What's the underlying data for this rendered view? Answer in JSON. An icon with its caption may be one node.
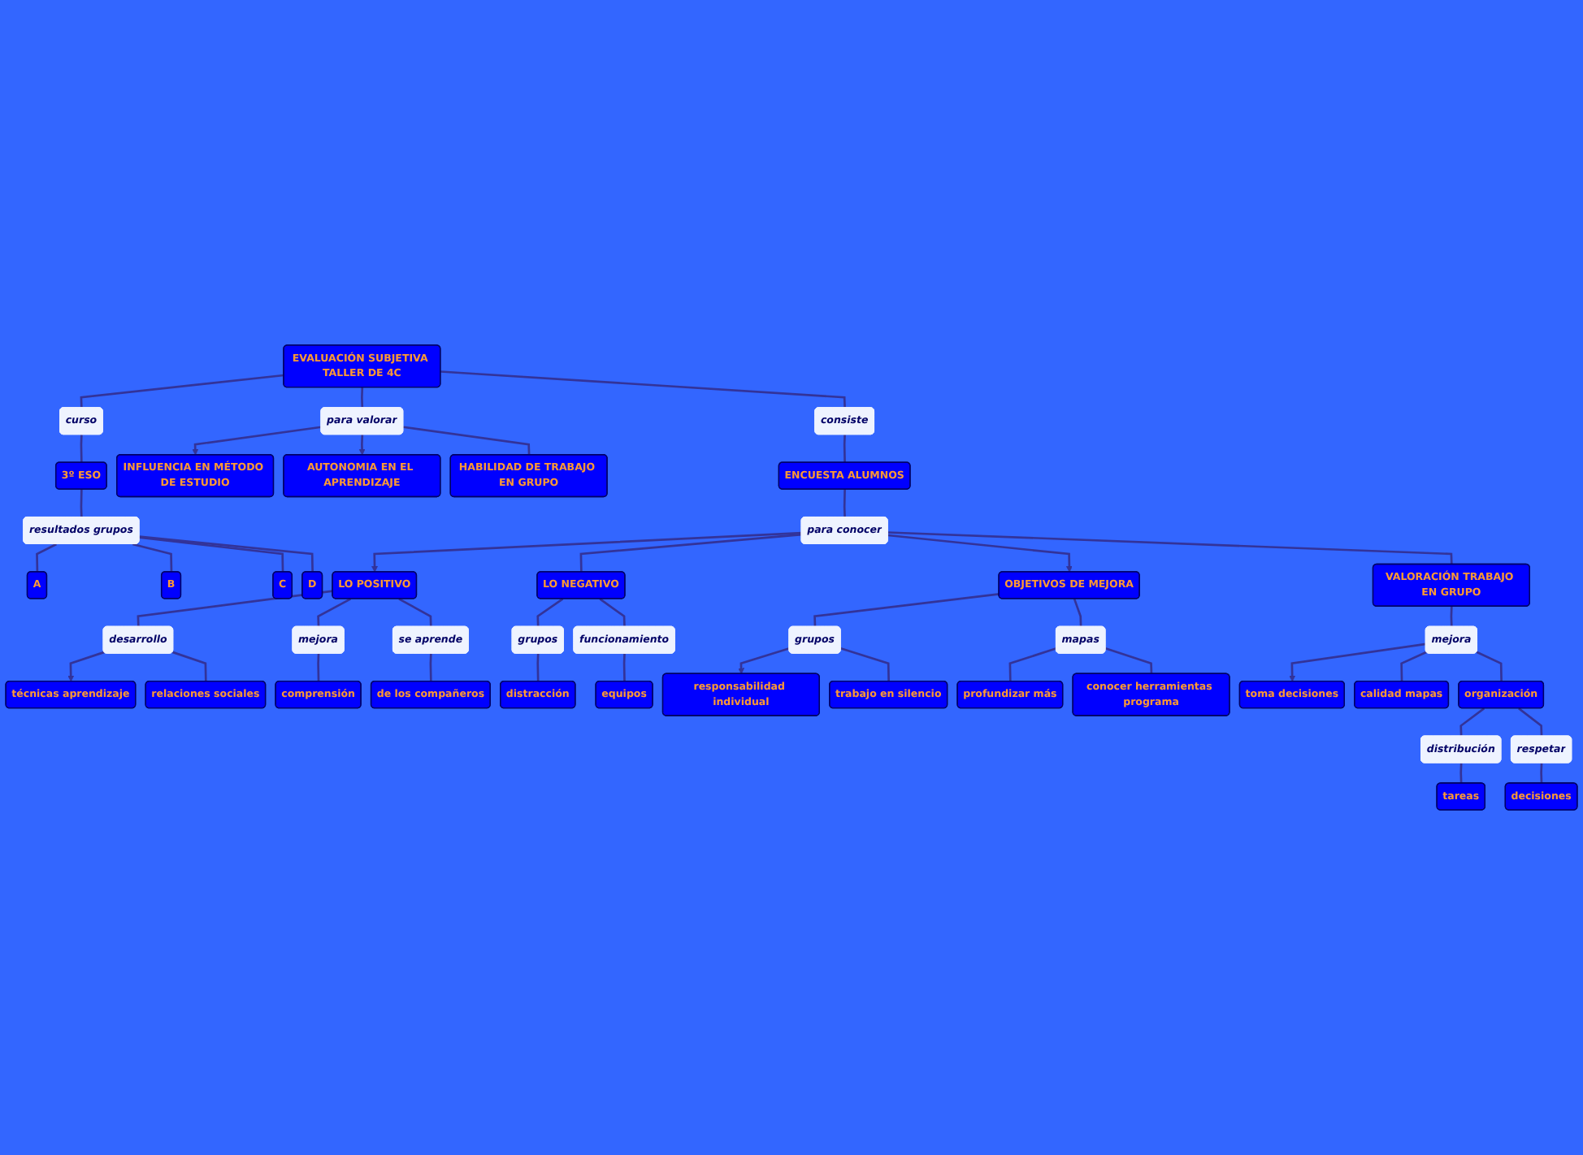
{
  "diagram": {
    "nodes": [
      {
        "text": [
          "EVALUACIÓN SUBJETIVA TALLER DE 4C"
        ]
      },
      {
        "text": [
          "curso"
        ]
      },
      {
        "text": [
          "3º ESO"
        ]
      },
      {
        "text": [
          "resultados grupos"
        ]
      },
      {
        "text": [
          "A"
        ]
      },
      {
        "text": [
          "B"
        ]
      },
      {
        "text": [
          "C"
        ]
      },
      {
        "text": [
          "D"
        ]
      },
      {
        "text": [
          "para valorar"
        ]
      },
      {
        "text": [
          "INFLUENCIA EN MÉTODO DE ESTUDIO"
        ]
      },
      {
        "text": [
          "AUTONOMIA EN EL APRENDIZAJE"
        ]
      },
      {
        "text": [
          "HABILIDAD DE TRABAJO EN GRUPO"
        ]
      },
      {
        "text": [
          "consiste"
        ]
      },
      {
        "text": [
          "ENCUESTA ALUMNOS"
        ]
      },
      {
        "text": [
          "para conocer"
        ]
      },
      {
        "text": [
          "LO POSITIVO"
        ]
      },
      {
        "text": [
          "OBJETIVOS DE MEJORA"
        ]
      },
      {
        "text": [
          "LO NEGATIVO"
        ]
      },
      {
        "text": [
          "VALORACIÓN TRABAJO EN GRUPO"
        ]
      },
      {
        "text": [
          "desarrollo"
        ]
      },
      {
        "text": [
          "técnicas aprendizaje"
        ]
      },
      {
        "text": [
          "relaciones sociales"
        ]
      },
      {
        "text": [
          "mejora"
        ]
      },
      {
        "text": [
          "comprensión"
        ]
      },
      {
        "text": [
          "se aprende"
        ]
      },
      {
        "text": [
          "de los compañeros"
        ]
      },
      {
        "text": [
          "grupos"
        ]
      },
      {
        "text": [
          "distracción"
        ]
      },
      {
        "text": [
          "funcionamiento"
        ]
      },
      {
        "text": [
          "equipos"
        ]
      },
      {
        "text": [
          "grupos"
        ]
      },
      {
        "text": [
          "responsabilidad individual"
        ]
      },
      {
        "text": [
          "trabajo en silencio"
        ]
      },
      {
        "text": [
          "mapas"
        ]
      },
      {
        "text": [
          "profundizar más"
        ]
      },
      {
        "text": [
          "conocer herramientas programa"
        ]
      },
      {
        "text": [
          "mejora"
        ]
      },
      {
        "text": [
          "toma decisiones"
        ]
      },
      {
        "text": [
          "calidad mapas"
        ]
      },
      {
        "text": [
          "organización"
        ]
      },
      {
        "text": [
          "distribución"
        ]
      },
      {
        "text": [
          "tareas"
        ]
      },
      {
        "text": [
          "respetar"
        ]
      },
      {
        "text": [
          "decisiones"
        ]
      }
    ],
    "edges": [
      {
        "from": 0,
        "to": 1,
        "arrow": "none"
      },
      {
        "from": 1,
        "to": 2,
        "arrow": "none"
      },
      {
        "from": 2,
        "to": 3,
        "arrow": "none"
      },
      {
        "from": 3,
        "to": 4,
        "arrow": "none"
      },
      {
        "from": 3,
        "to": 5,
        "arrow": "none"
      },
      {
        "from": 3,
        "to": 6,
        "arrow": "none"
      },
      {
        "from": 3,
        "to": 7,
        "arrow": "none"
      },
      {
        "from": 0,
        "to": 8,
        "arrow": "none"
      },
      {
        "from": 8,
        "to": 9,
        "arrow": "to"
      },
      {
        "from": 8,
        "to": 10,
        "arrow": "to"
      },
      {
        "from": 8,
        "to": 11,
        "arrow": "none"
      },
      {
        "from": 0,
        "to": 12,
        "arrow": "none"
      },
      {
        "from": 12,
        "to": 13,
        "arrow": "none"
      },
      {
        "from": 13,
        "to": 14,
        "arrow": "none"
      },
      {
        "from": 14,
        "to": 15,
        "arrow": "to"
      },
      {
        "from": 14,
        "to": 16,
        "arrow": "to"
      },
      {
        "from": 14,
        "to": 17,
        "arrow": "none"
      },
      {
        "from": 14,
        "to": 18,
        "arrow": "none"
      },
      {
        "from": 15,
        "to": 19,
        "arrow": "none"
      },
      {
        "from": 19,
        "to": 20,
        "arrow": "to"
      },
      {
        "from": 19,
        "to": 21,
        "arrow": "none"
      },
      {
        "from": 15,
        "to": 22,
        "arrow": "none"
      },
      {
        "from": 22,
        "to": 23,
        "arrow": "none"
      },
      {
        "from": 15,
        "to": 24,
        "arrow": "none"
      },
      {
        "from": 24,
        "to": 25,
        "arrow": "none"
      },
      {
        "from": 17,
        "to": 26,
        "arrow": "none"
      },
      {
        "from": 26,
        "to": 27,
        "arrow": "none"
      },
      {
        "from": 17,
        "to": 28,
        "arrow": "none"
      },
      {
        "from": 28,
        "to": 29,
        "arrow": "none"
      },
      {
        "from": 16,
        "to": 30,
        "arrow": "none"
      },
      {
        "from": 30,
        "to": 31,
        "arrow": "to"
      },
      {
        "from": 30,
        "to": 32,
        "arrow": "none"
      },
      {
        "from": 16,
        "to": 33,
        "arrow": "none"
      },
      {
        "from": 33,
        "to": 34,
        "arrow": "none"
      },
      {
        "from": 33,
        "to": 35,
        "arrow": "none"
      },
      {
        "from": 18,
        "to": 36,
        "arrow": "none"
      },
      {
        "from": 36,
        "to": 37,
        "arrow": "to"
      },
      {
        "from": 36,
        "to": 38,
        "arrow": "none"
      },
      {
        "from": 36,
        "to": 39,
        "arrow": "none"
      },
      {
        "from": 39,
        "to": 40,
        "arrow": "none"
      },
      {
        "from": 40,
        "to": 41,
        "arrow": "none"
      },
      {
        "from": 39,
        "to": 42,
        "arrow": "none"
      },
      {
        "from": 42,
        "to": 43,
        "arrow": "none"
      }
    ]
  }
}
